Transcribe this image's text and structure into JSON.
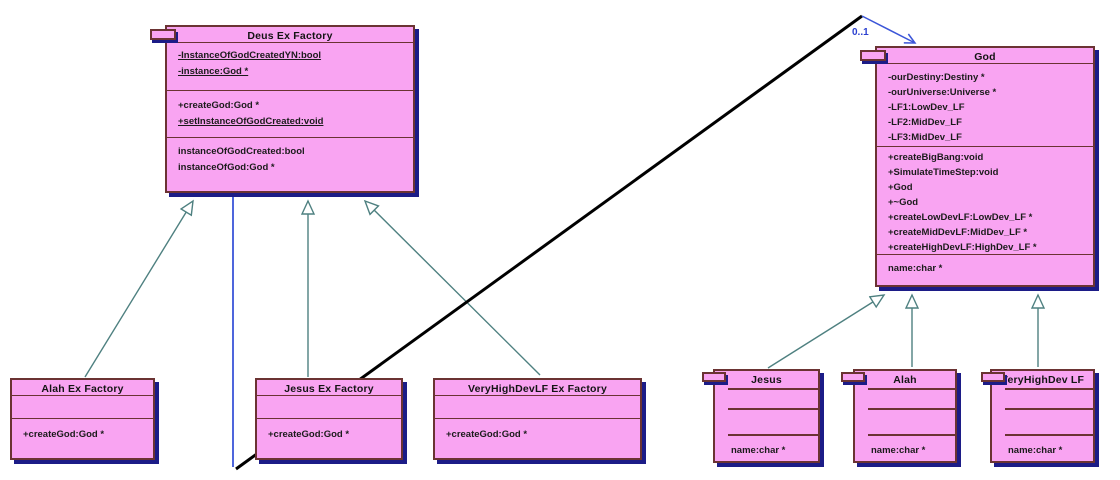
{
  "diagram": {
    "classes": {
      "deus_factory": {
        "title": "Deus Ex Factory",
        "attributes": [
          "-InstanceOfGodCreatedYN:bool",
          "-instance:God *"
        ],
        "methods": [
          "+createGod:God *",
          "+setInstanceOfGodCreated:void"
        ],
        "properties": [
          "instanceOfGodCreated:bool",
          "instanceOfGod:God *"
        ]
      },
      "god": {
        "title": "God",
        "attributes": [
          "-ourDestiny:Destiny *",
          "-ourUniverse:Universe *",
          "-LF1:LowDev_LF",
          "-LF2:MidDev_LF",
          "-LF3:MidDev_LF"
        ],
        "methods": [
          "+createBigBang:void",
          "+SimulateTimeStep:void",
          "+God",
          "+~God",
          "+createLowDevLF:LowDev_LF *",
          "+createMidDevLF:MidDev_LF *",
          "+createHighDevLF:HighDev_LF *"
        ],
        "properties": [
          "name:char *"
        ]
      },
      "alah_factory": {
        "title": "Alah Ex Factory",
        "methods": [
          "+createGod:God *"
        ]
      },
      "jesus_factory": {
        "title": "Jesus Ex Factory",
        "methods": [
          "+createGod:God *"
        ]
      },
      "vhd_factory": {
        "title": "VeryHighDevLF Ex Factory",
        "methods": [
          "+createGod:God *"
        ]
      },
      "jesus": {
        "title": "Jesus",
        "properties": [
          "name:char *"
        ]
      },
      "alah": {
        "title": "Alah",
        "properties": [
          "name:char *"
        ]
      },
      "vhd_lf": {
        "title": "VeryHighDev LF",
        "properties": [
          "name:char *"
        ]
      }
    },
    "labels": {
      "multiplicity": "0..1"
    },
    "colors": {
      "class_fill": "#f9a4f2",
      "class_border": "#6b3333",
      "shadow_navy": "#1c1c87",
      "inheritance_teal": "#4e8080",
      "association_blue": "#3b55d8",
      "highlight_black": "#000000",
      "label_blue": "#2a3fd0"
    }
  }
}
